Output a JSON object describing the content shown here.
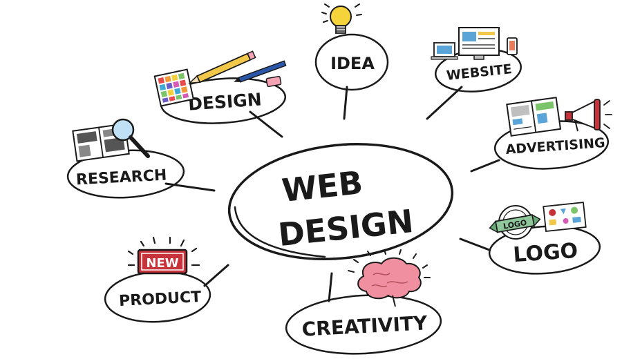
{
  "center": {
    "line1": "WEB",
    "line2": "DESIGN"
  },
  "nodes": {
    "design": "DESIGN",
    "idea": "IDEA",
    "website": "WEBSITE",
    "advertising": "ADVERTISING",
    "research": "RESEARCH",
    "logo": "LOGO",
    "product": "PRODUCT",
    "creativity": "CREATIVITY"
  },
  "icons": {
    "new_badge": "NEW",
    "logo_ribbon": "LOGO",
    "design": "color-palette-pencils-icon",
    "idea": "light-bulb-icon",
    "website": "devices-icon",
    "advertising": "brochure-megaphone-icon",
    "research": "magnifier-document-icon",
    "logo": "logo-badge-icon",
    "product": "new-badge-icon",
    "creativity": "brain-icon"
  },
  "colors": {
    "ink": "#1a1a1a",
    "bulb": "#f5d33a",
    "new_red": "#c8323b",
    "brain": "#ef8fa0",
    "logo_green": "#8fc79a",
    "screen_blue": "#5ba4d8",
    "pencil_yellow": "#f2c84b",
    "eraser_pink": "#f4a3b5"
  }
}
